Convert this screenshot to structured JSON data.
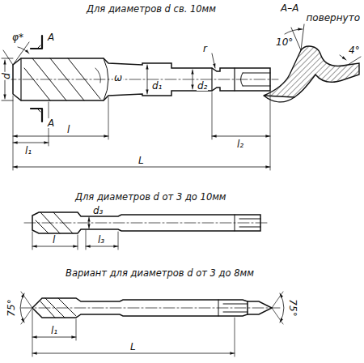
{
  "diagram": {
    "labels": [
      "Для диаметров d св. 10мм",
      "А–А",
      "повернуто",
      "А",
      "φ*",
      "d",
      "ω",
      "r",
      "d₁",
      "d₂",
      "А",
      "l₁",
      "l",
      "l₂",
      "L",
      "10°",
      "4°",
      "Для диаметров d от 3 до 10мм",
      "d₃",
      "l",
      "l₃",
      "Вариант для диаметров d от 3 до 8мм",
      "75°",
      "75°",
      "l₁",
      "L"
    ]
  }
}
